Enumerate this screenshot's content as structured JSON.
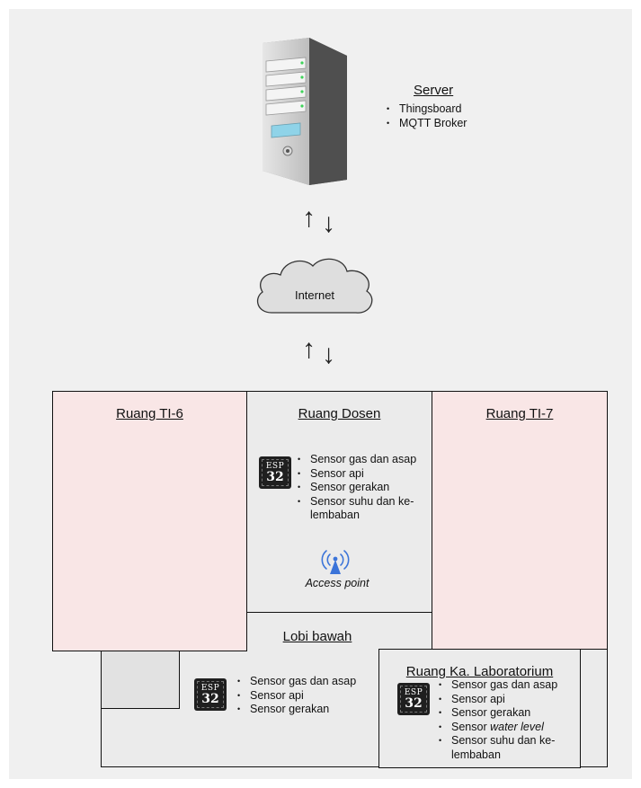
{
  "server": {
    "title": "Server",
    "items": [
      "Thingsboard",
      "MQTT Broker"
    ]
  },
  "cloud": {
    "label": "Internet"
  },
  "arrows": {
    "up": "↑",
    "down": "↓"
  },
  "rooms": {
    "ti6": {
      "title": "Ruang TI-6"
    },
    "ti7": {
      "title": "Ruang TI-7"
    },
    "dosen": {
      "title": "Ruang Dosen",
      "sensors": [
        "Sensor gas dan asap",
        "Sensor api",
        "Sensor gerakan",
        "Sensor suhu dan ke-",
        "lembaban"
      ],
      "access_point_label": "Access point"
    },
    "lobi": {
      "title": "Lobi bawah",
      "sensors": [
        "Sensor gas dan asap",
        "Sensor api",
        "Sensor gerakan"
      ]
    },
    "lab": {
      "title": "Ruang Ka. Laboratorium",
      "sensors": [
        "Sensor gas dan asap",
        "Sensor api",
        "Sensor gerakan"
      ],
      "sensor_water_prefix": "Sensor ",
      "sensor_water_italic": "water level",
      "sensors_after": [
        "Sensor suhu dan ke-",
        "lembaban"
      ]
    }
  },
  "esp_chip": {
    "line1": "ESP",
    "line2": "32"
  },
  "colors": {
    "room_pink": "#f9e6e6",
    "room_grey": "#ebebeb",
    "access_point_blue": "#3b74d9"
  }
}
